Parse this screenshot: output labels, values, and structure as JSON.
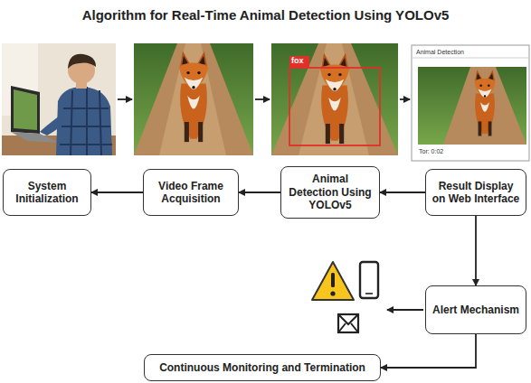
{
  "diagram": {
    "title": "Algorithm for Real-Time Animal Detection Using YOLOv5",
    "nodes": [
      {
        "text": [
          "System Initialization"
        ]
      },
      {
        "text": [
          "Video Frame Acquisition"
        ]
      },
      {
        "text": [
          "Animal Detection Using YOLOv5"
        ]
      },
      {
        "text": [
          "Result Display on Web Interface"
        ]
      },
      {
        "text": [
          "Alert Mechanism"
        ]
      },
      {
        "text": [
          "Continuous Monitoring and Termination"
        ]
      }
    ],
    "edges": [
      {
        "from": 3,
        "to": 2,
        "arrow": "to"
      },
      {
        "from": 2,
        "to": 1,
        "arrow": "to"
      },
      {
        "from": 1,
        "to": 0,
        "arrow": "to"
      },
      {
        "from": 3,
        "to": 4,
        "arrow": "to"
      },
      {
        "from": 4,
        "to": 5,
        "arrow": "to"
      }
    ],
    "labels": [
      "fox",
      "Animal Detection",
      "Tor: 0:02"
    ]
  }
}
